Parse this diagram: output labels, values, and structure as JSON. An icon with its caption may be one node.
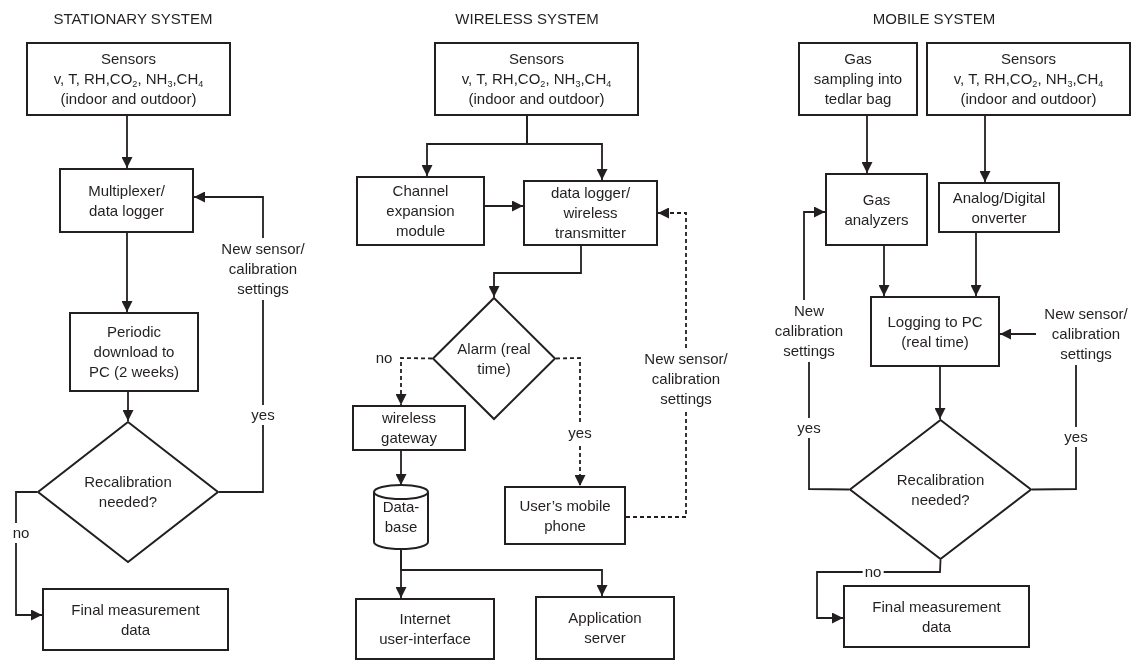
{
  "diagram": {
    "nodes": [
      {
        "text": [
          "Sensors",
          "v, T, RH,CO$_{2}$, NH$_{3}$,CH$_{4}$",
          "(indoor and outdoor)"
        ]
      },
      {
        "text": [
          "Multiplexer/ data logger"
        ]
      },
      {
        "text": [
          "Periodic download to PC (2 weeks)"
        ]
      },
      {
        "text": [
          "Recalibration needed?"
        ]
      },
      {
        "text": [
          "Final measurement data"
        ]
      },
      {
        "text": [
          "New sensor/ calibration settings"
        ]
      },
      {
        "text": [
          "Sensors",
          "v, T, RH,CO$_{2}$, NH$_{3}$,CH$_{4}$",
          "(indoor and outdoor)"
        ]
      },
      {
        "text": [
          "Channel expansion module"
        ]
      },
      {
        "text": [
          "data logger/ wireless transmitter"
        ]
      },
      {
        "text": [
          "Alarm (real time)"
        ]
      },
      {
        "text": [
          "wireless gateway"
        ]
      },
      {
        "text": [
          "Data- base"
        ]
      },
      {
        "text": [
          "User’s mobile phone"
        ]
      },
      {
        "text": [
          "New sensor/ calibration settings"
        ]
      },
      {
        "text": [
          "Internet user-interface"
        ]
      },
      {
        "text": [
          "Application server"
        ]
      },
      {
        "text": [
          "Gas sampling into tedlar bag"
        ]
      },
      {
        "text": [
          "Sensors",
          "v, T, RH,CO$_{2}$, NH$_{3}$,CH$_{4}$",
          "(indoor and outdoor)"
        ]
      },
      {
        "text": [
          "Gas analyzers"
        ]
      },
      {
        "text": [
          "Analog/Digital onverter"
        ]
      },
      {
        "text": [
          "New calibration settings"
        ]
      },
      {
        "text": [
          "Logging to PC (real time)"
        ]
      },
      {
        "text": [
          "New sensor/ calibration settings"
        ]
      },
      {
        "text": [
          "Recalibration needed?"
        ]
      },
      {
        "text": [
          "Final measurement data"
        ]
      }
    ],
    "edges": [
      {
        "from": 0,
        "to": 1,
        "arrow": "to"
      },
      {
        "from": 1,
        "to": 2,
        "arrow": "to"
      },
      {
        "from": 2,
        "to": 3,
        "arrow": "to"
      },
      {
        "from": 3,
        "to": 4,
        "arrow": "to",
        "label": "no"
      },
      {
        "from": 3,
        "to": 5,
        "arrow": "none",
        "label": "yes"
      },
      {
        "from": 5,
        "to": 1,
        "arrow": "to"
      },
      {
        "from": 6,
        "to": 7,
        "arrow": "to"
      },
      {
        "from": 6,
        "to": 8,
        "arrow": "to"
      },
      {
        "from": 7,
        "to": 8,
        "arrow": "to"
      },
      {
        "from": 8,
        "to": 9,
        "arrow": "to"
      },
      {
        "from": 9,
        "to": 10,
        "arrow": "to",
        "label": "no",
        "style": "dashed"
      },
      {
        "from": 9,
        "to": 12,
        "arrow": "to",
        "label": "yes",
        "style": "dashed"
      },
      {
        "from": 12,
        "to": 13,
        "arrow": "none",
        "style": "dashed"
      },
      {
        "from": 13,
        "to": 8,
        "arrow": "to",
        "style": "dashed"
      },
      {
        "from": 10,
        "to": 11,
        "arrow": "to"
      },
      {
        "from": 11,
        "to": 14,
        "arrow": "to"
      },
      {
        "from": 11,
        "to": 15,
        "arrow": "to"
      },
      {
        "from": 16,
        "to": 18,
        "arrow": "to"
      },
      {
        "from": 17,
        "to": 19,
        "arrow": "to"
      },
      {
        "from": 18,
        "to": 21,
        "arrow": "to"
      },
      {
        "from": 19,
        "to": 21,
        "arrow": "to"
      },
      {
        "from": 22,
        "to": 21,
        "arrow": "to"
      },
      {
        "from": 21,
        "to": 23,
        "arrow": "to"
      },
      {
        "from": 23,
        "to": 20,
        "arrow": "none",
        "label": "yes"
      },
      {
        "from": 20,
        "to": 18,
        "arrow": "to"
      },
      {
        "from": 23,
        "to": 22,
        "arrow": "none",
        "label": "yes"
      },
      {
        "from": 23,
        "to": 24,
        "arrow": "to",
        "label": "no"
      }
    ],
    "labels": [
      "STATIONARY SYSTEM",
      "WIRELESS SYSTEM",
      "MOBILE SYSTEM"
    ]
  }
}
